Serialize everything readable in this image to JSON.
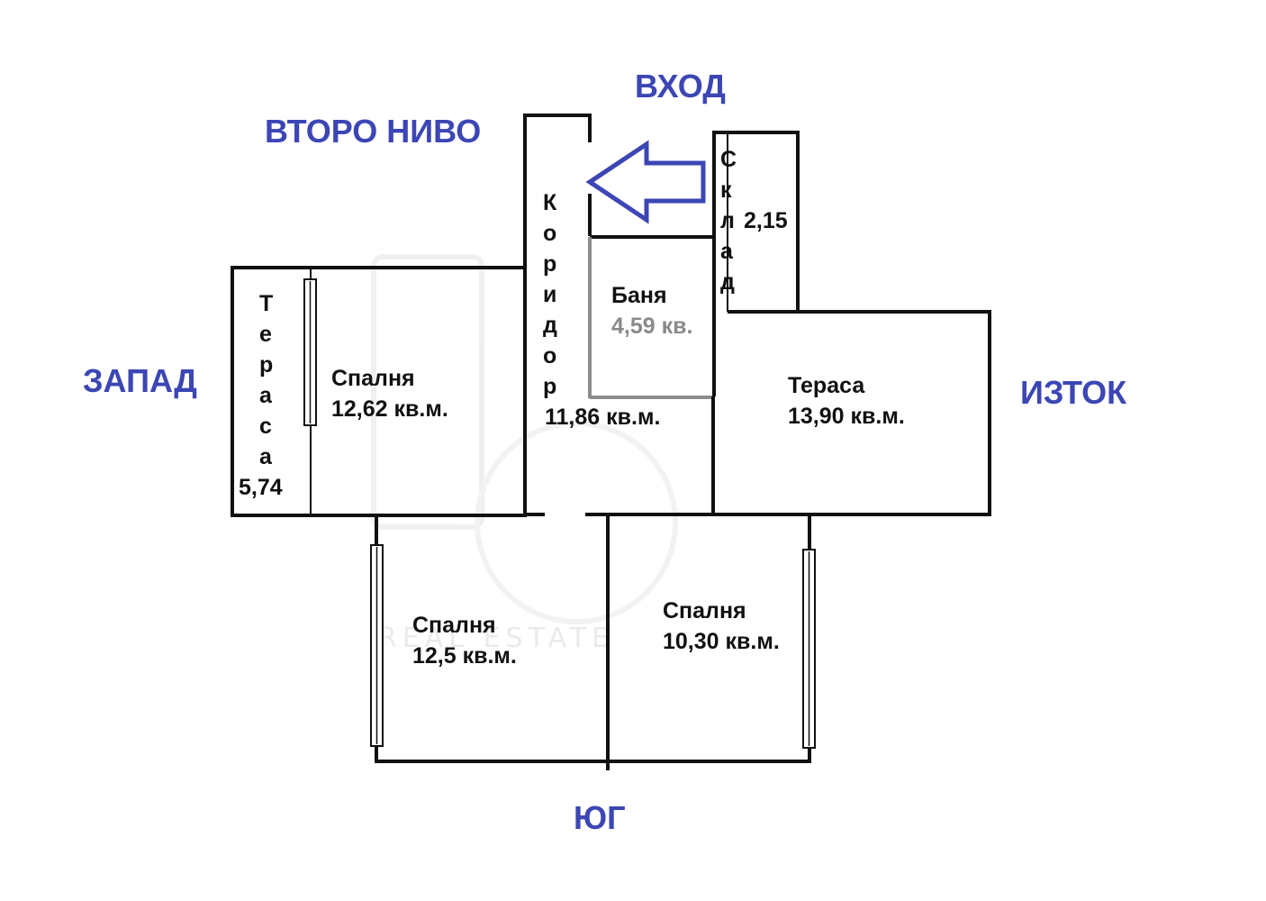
{
  "directions": {
    "entrance": "ВХОД",
    "second_level": "ВТОРО НИВО",
    "west": "ЗАПАД",
    "east": "ИЗТОК",
    "south": "ЮГ"
  },
  "rooms": {
    "corridor": {
      "name_letters": [
        "К",
        "о",
        "р",
        "и",
        "д",
        "о",
        "р"
      ],
      "area": "11,86 кв.м."
    },
    "storage": {
      "name_letters": [
        "С",
        "к",
        "л",
        "а",
        "д"
      ],
      "area": "2,15"
    },
    "bathroom": {
      "name": "Баня",
      "area": "4,59 кв."
    },
    "terrace_west": {
      "name_letters": [
        "Т",
        "е",
        "р",
        "а",
        "с",
        "а"
      ],
      "area": "5,74"
    },
    "bedroom_west": {
      "name": "Спалня",
      "area": "12,62 кв.м."
    },
    "terrace_east": {
      "name": "Тераса",
      "area": "13,90 кв.м."
    },
    "bedroom_southwest": {
      "name": "Спалня",
      "area": "12,5 кв.м."
    },
    "bedroom_southeast": {
      "name": "Спалня",
      "area": "10,30 кв.м."
    }
  },
  "watermark": "REAL ESTATE",
  "colors": {
    "direction_label": "#3c46b4",
    "arrow": "#3c46b4",
    "wall": "#111111"
  }
}
